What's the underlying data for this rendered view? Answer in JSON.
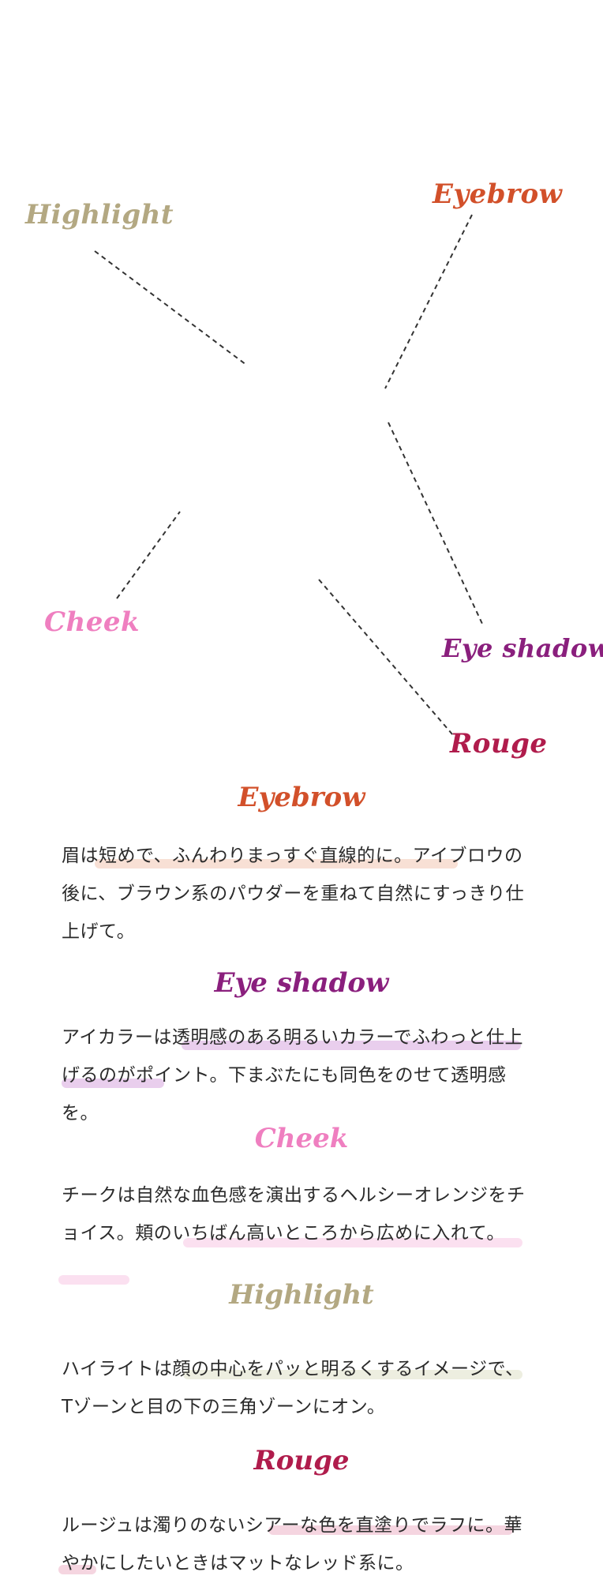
{
  "diagram": {
    "labels": {
      "highlight": "Highlight",
      "eyebrow": "Eyebrow",
      "cheek": "Cheek",
      "eye_shadow": "Eye shadow",
      "rouge": "Rouge"
    }
  },
  "colors": {
    "eyebrow": "#d2502a",
    "eye_shadow": "#8a1f7d",
    "cheek": "#ef7fc0",
    "highlight": "#b3a882",
    "rouge": "#b01c4c",
    "hl_eyebrow": "#f2c6b2",
    "hl_eye_shadow": "#d7a5df",
    "hl_cheek": "#f7c6e3",
    "hl_highlight": "#dfe0c6",
    "hl_rouge": "#ecb3c7"
  },
  "sections": {
    "eyebrow": {
      "title": "Eyebrow",
      "text": "眉は短めで、ふんわりまっすぐ直線的に。アイブロウの後に、ブラウン系のパウダーを重ねて自然にすっきり仕上げて。"
    },
    "eye_shadow": {
      "title": "Eye shadow",
      "text": "アイカラーは透明感のある明るいカラーでふわっと仕上げるのがポイント。下まぶたにも同色をのせて透明感を。"
    },
    "cheek": {
      "title": "Cheek",
      "text": "チークは自然な血色感を演出するヘルシーオレンジをチョイス。頬のいちばん高いところから広めに入れて。"
    },
    "highlight": {
      "title": "Highlight",
      "text": "ハイライトは顔の中心をパッと明るくするイメージで、Tゾーンと目の下の三角ゾーンにオン。"
    },
    "rouge": {
      "title": "Rouge",
      "text": "ルージュは濁りのないシアーな色を直塗りでラフに。華やかにしたいときはマットなレッド系に。"
    }
  }
}
